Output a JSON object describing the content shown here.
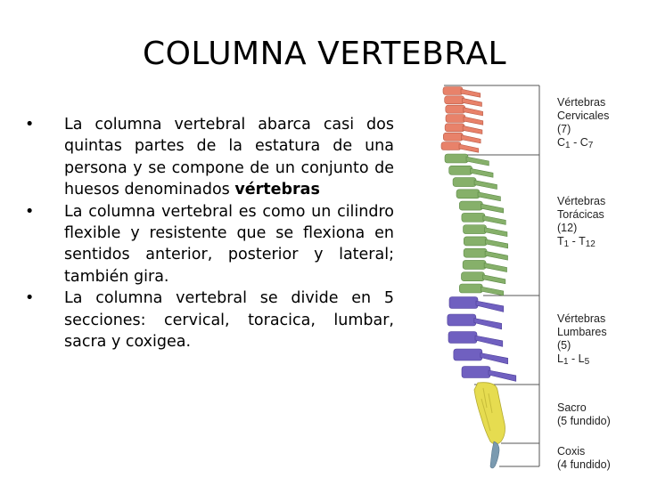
{
  "title": "COLUMNA VERTEBRAL",
  "bullets": [
    {
      "text": "La columna vertebral abarca casi dos quintas partes de la estatura de una persona y se compone de un conjunto de huesos denominados ",
      "bold": "vértebras"
    },
    {
      "text": "La columna vertebral es como un cilindro flexible y resistente que se flexiona en sentidos anterior, posterior y lateral; también gira.",
      "bold": ""
    },
    {
      "text": "La columna vertebral se divide en 5 secciones: cervical, toracica, lumbar, sacra y coxigea.",
      "bold": ""
    }
  ],
  "regions": {
    "cervical": {
      "l1": "Vértebras",
      "l2": "Cervicales",
      "l3": "(7)",
      "r1": "C",
      "r1sub": "1",
      "sep": " - ",
      "r2": "C",
      "r2sub": "7"
    },
    "thoracic": {
      "l1": "Vértebras",
      "l2": "Torácicas",
      "l3": "(12)",
      "r1": "T",
      "r1sub": "1",
      "sep": " - ",
      "r2": "T",
      "r2sub": "12"
    },
    "lumbar": {
      "l1": "Vértebras",
      "l2": "Lumbares",
      "l3": "(5)",
      "r1": "L",
      "r1sub": "1",
      "sep": " - ",
      "r2": "L",
      "r2sub": "5"
    },
    "sacrum": {
      "l1": "Sacro",
      "l2": "(5 fundido)"
    },
    "coccyx": {
      "l1": "Coxis",
      "l2": "(4 fundido)"
    }
  },
  "colors": {
    "cervical": "#e8826a",
    "thoracic": "#86b06a",
    "lumbar": "#7060c0",
    "sacrum": "#e6dc50",
    "coccyx": "#7a9ab0",
    "bracket": "#555555"
  }
}
